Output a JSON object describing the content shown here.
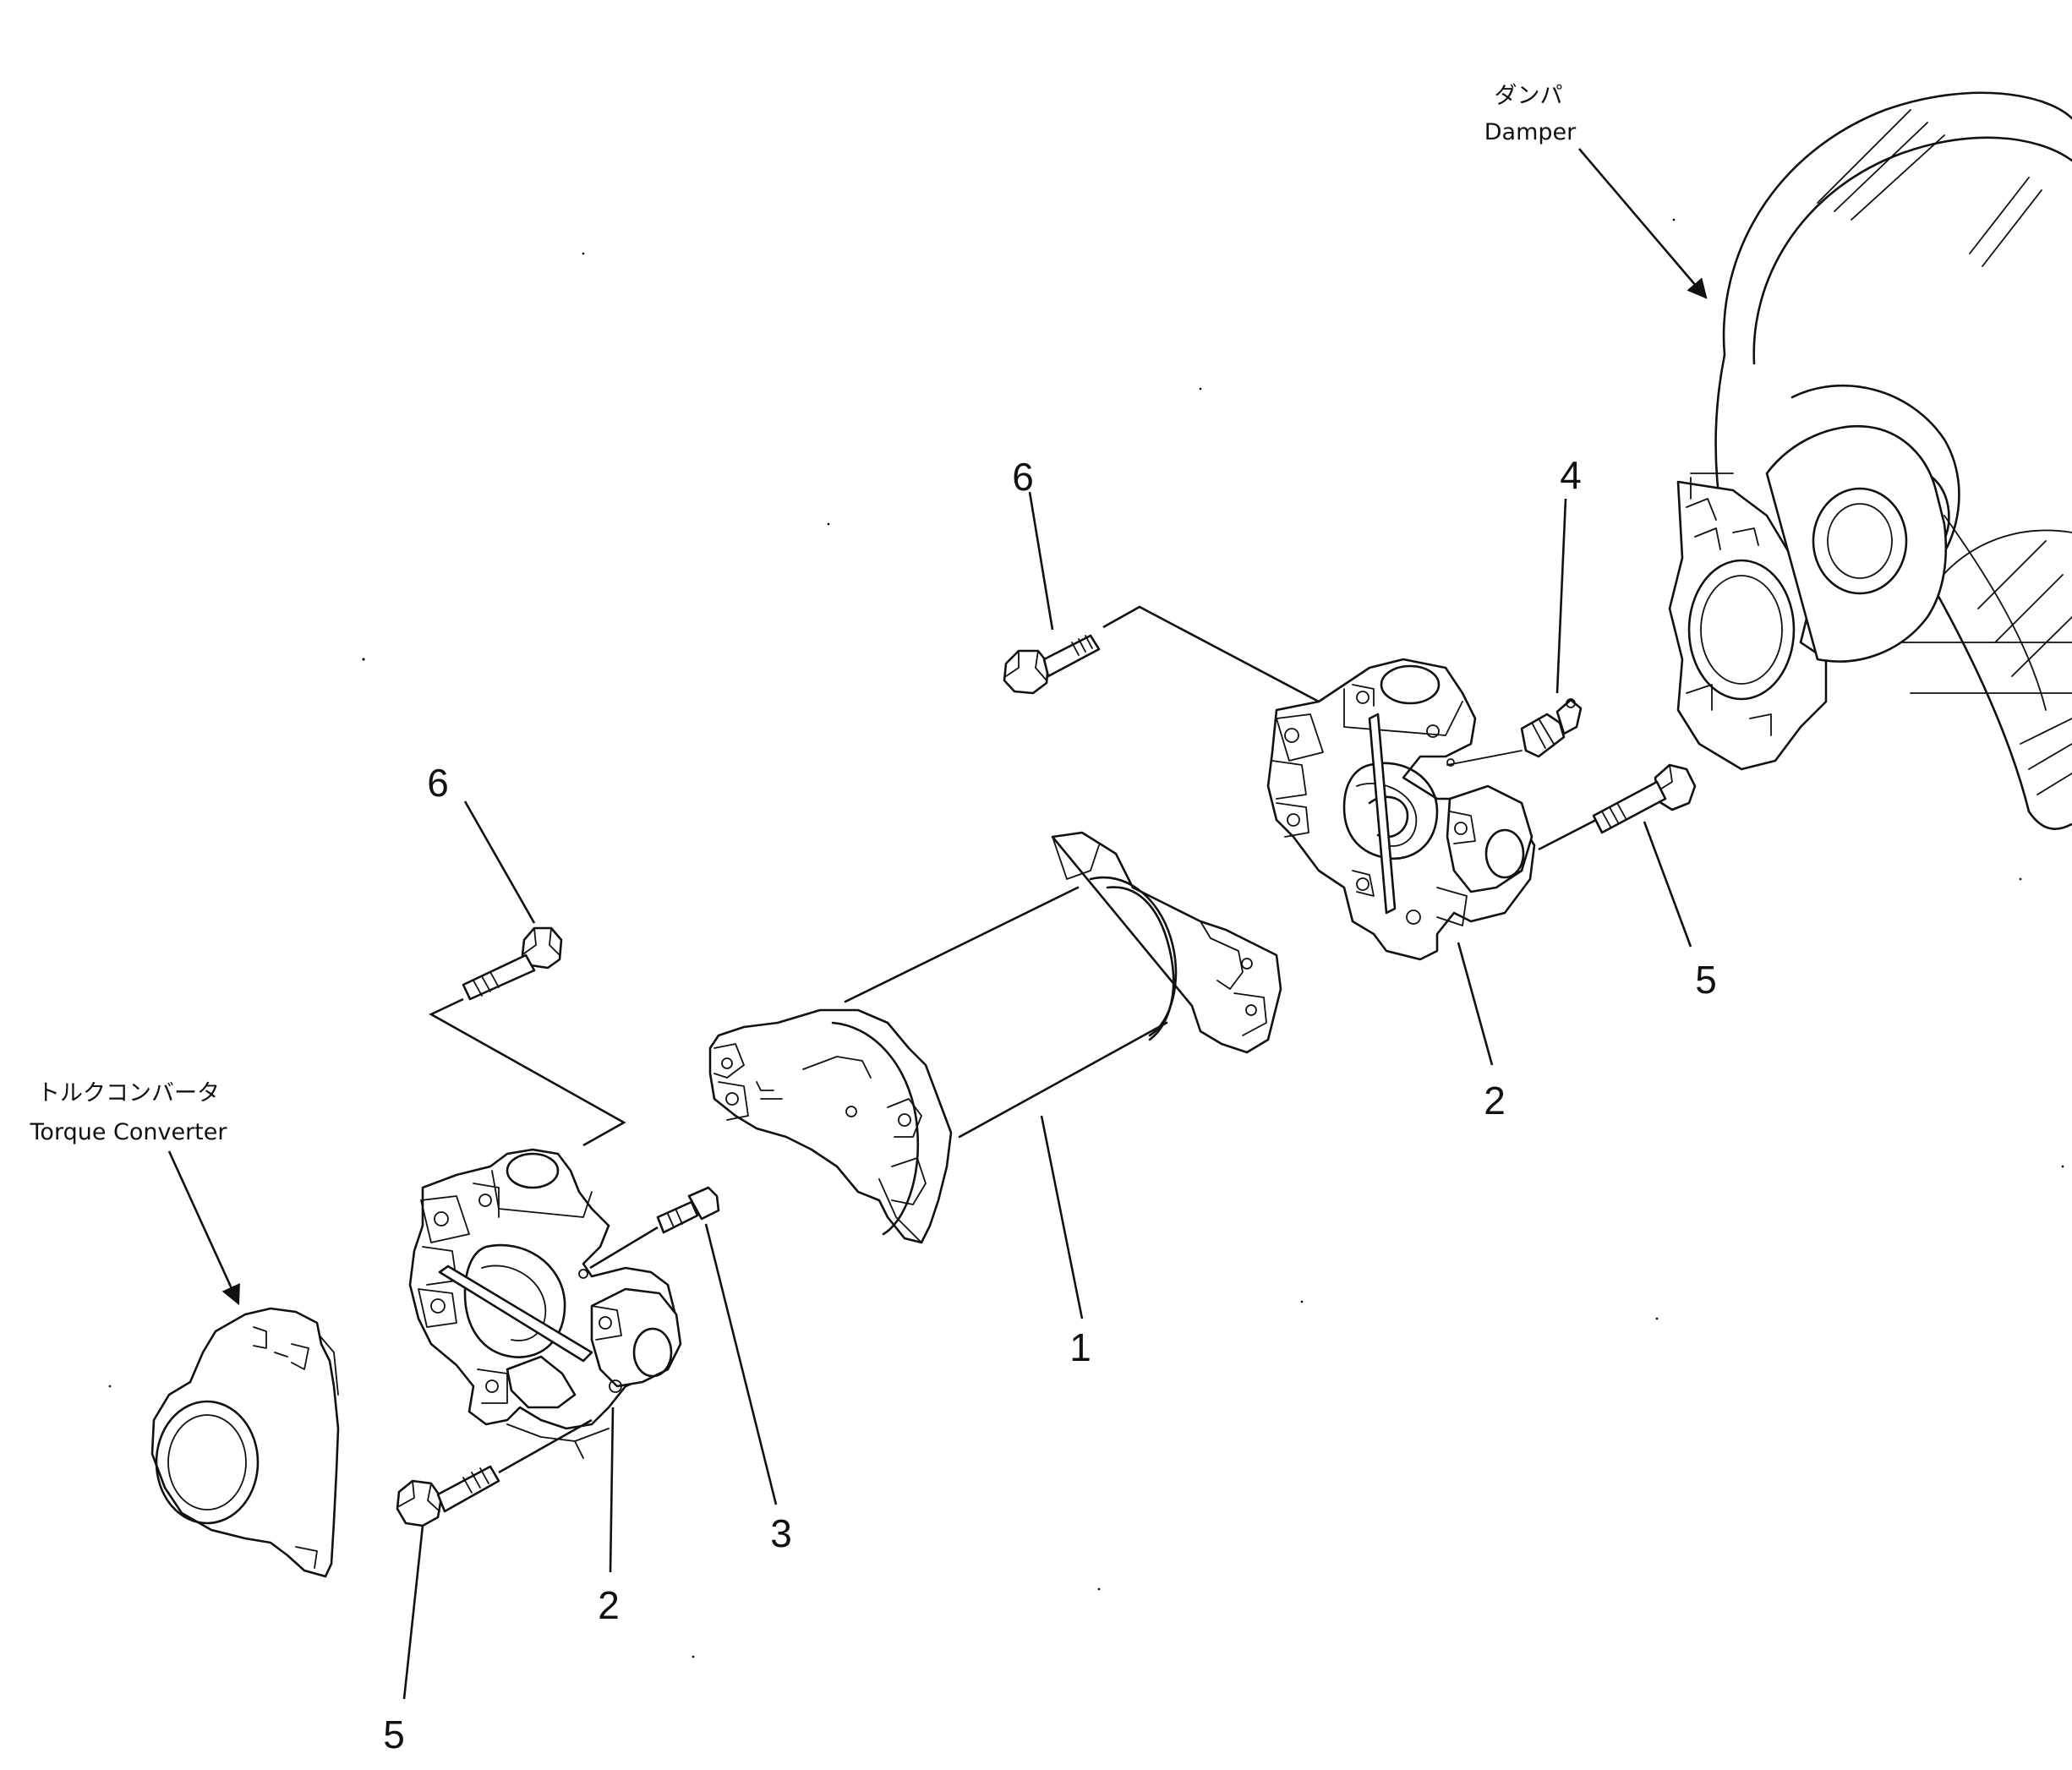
{
  "labels": {
    "damper_jp": "ダンパ",
    "damper_en": "Damper",
    "torque_converter_jp": "トルクコンバータ",
    "torque_converter_en": "Torque Converter"
  },
  "callouts": {
    "shaft": "1",
    "coupling_rear": "2",
    "coupling_front": "2",
    "fitting_front": "3",
    "fitting_rear": "4",
    "bolt_front_lower": "5",
    "bolt_rear_lower": "5",
    "bolt_front_upper": "6",
    "bolt_rear_upper": "6"
  },
  "colors": {
    "ink": "#111111",
    "paper": "#ffffff"
  }
}
